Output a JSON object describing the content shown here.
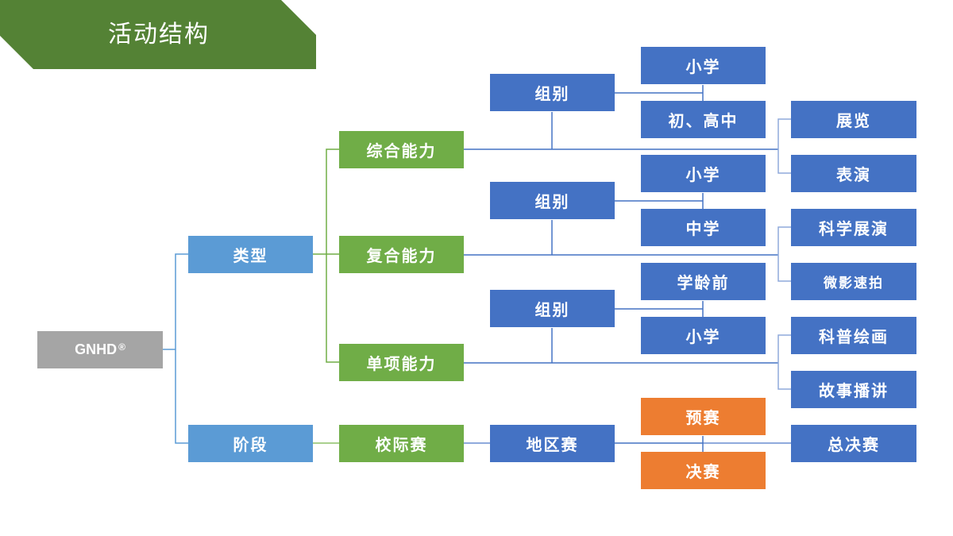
{
  "header": {
    "title": "活动结构",
    "color": "#548235"
  },
  "colors": {
    "blue": "#4472c4",
    "light_blue": "#5b9bd5",
    "green": "#70ad47",
    "orange": "#ed7d31",
    "gray": "#a5a5a5"
  },
  "root": {
    "label": "GNHD",
    "mark": "®"
  },
  "level1": {
    "type": "类型",
    "stage": "阶段"
  },
  "abilities": [
    {
      "label": "综合能力",
      "group": "组别",
      "groups": [
        "小学",
        "初、高中"
      ],
      "items": [
        "展览",
        "表演"
      ]
    },
    {
      "label": "复合能力",
      "group": "组别",
      "groups": [
        "小学",
        "中学"
      ],
      "items": [
        "科学展演",
        "微影速拍"
      ]
    },
    {
      "label": "单项能力",
      "group": "组别",
      "groups": [
        "学龄前",
        "小学"
      ],
      "items": [
        "科普绘画",
        "故事播讲"
      ]
    }
  ],
  "stages": {
    "school": "校际赛",
    "regional": "地区赛",
    "regional_rounds": [
      "预赛",
      "决赛"
    ],
    "final": "总决赛"
  }
}
